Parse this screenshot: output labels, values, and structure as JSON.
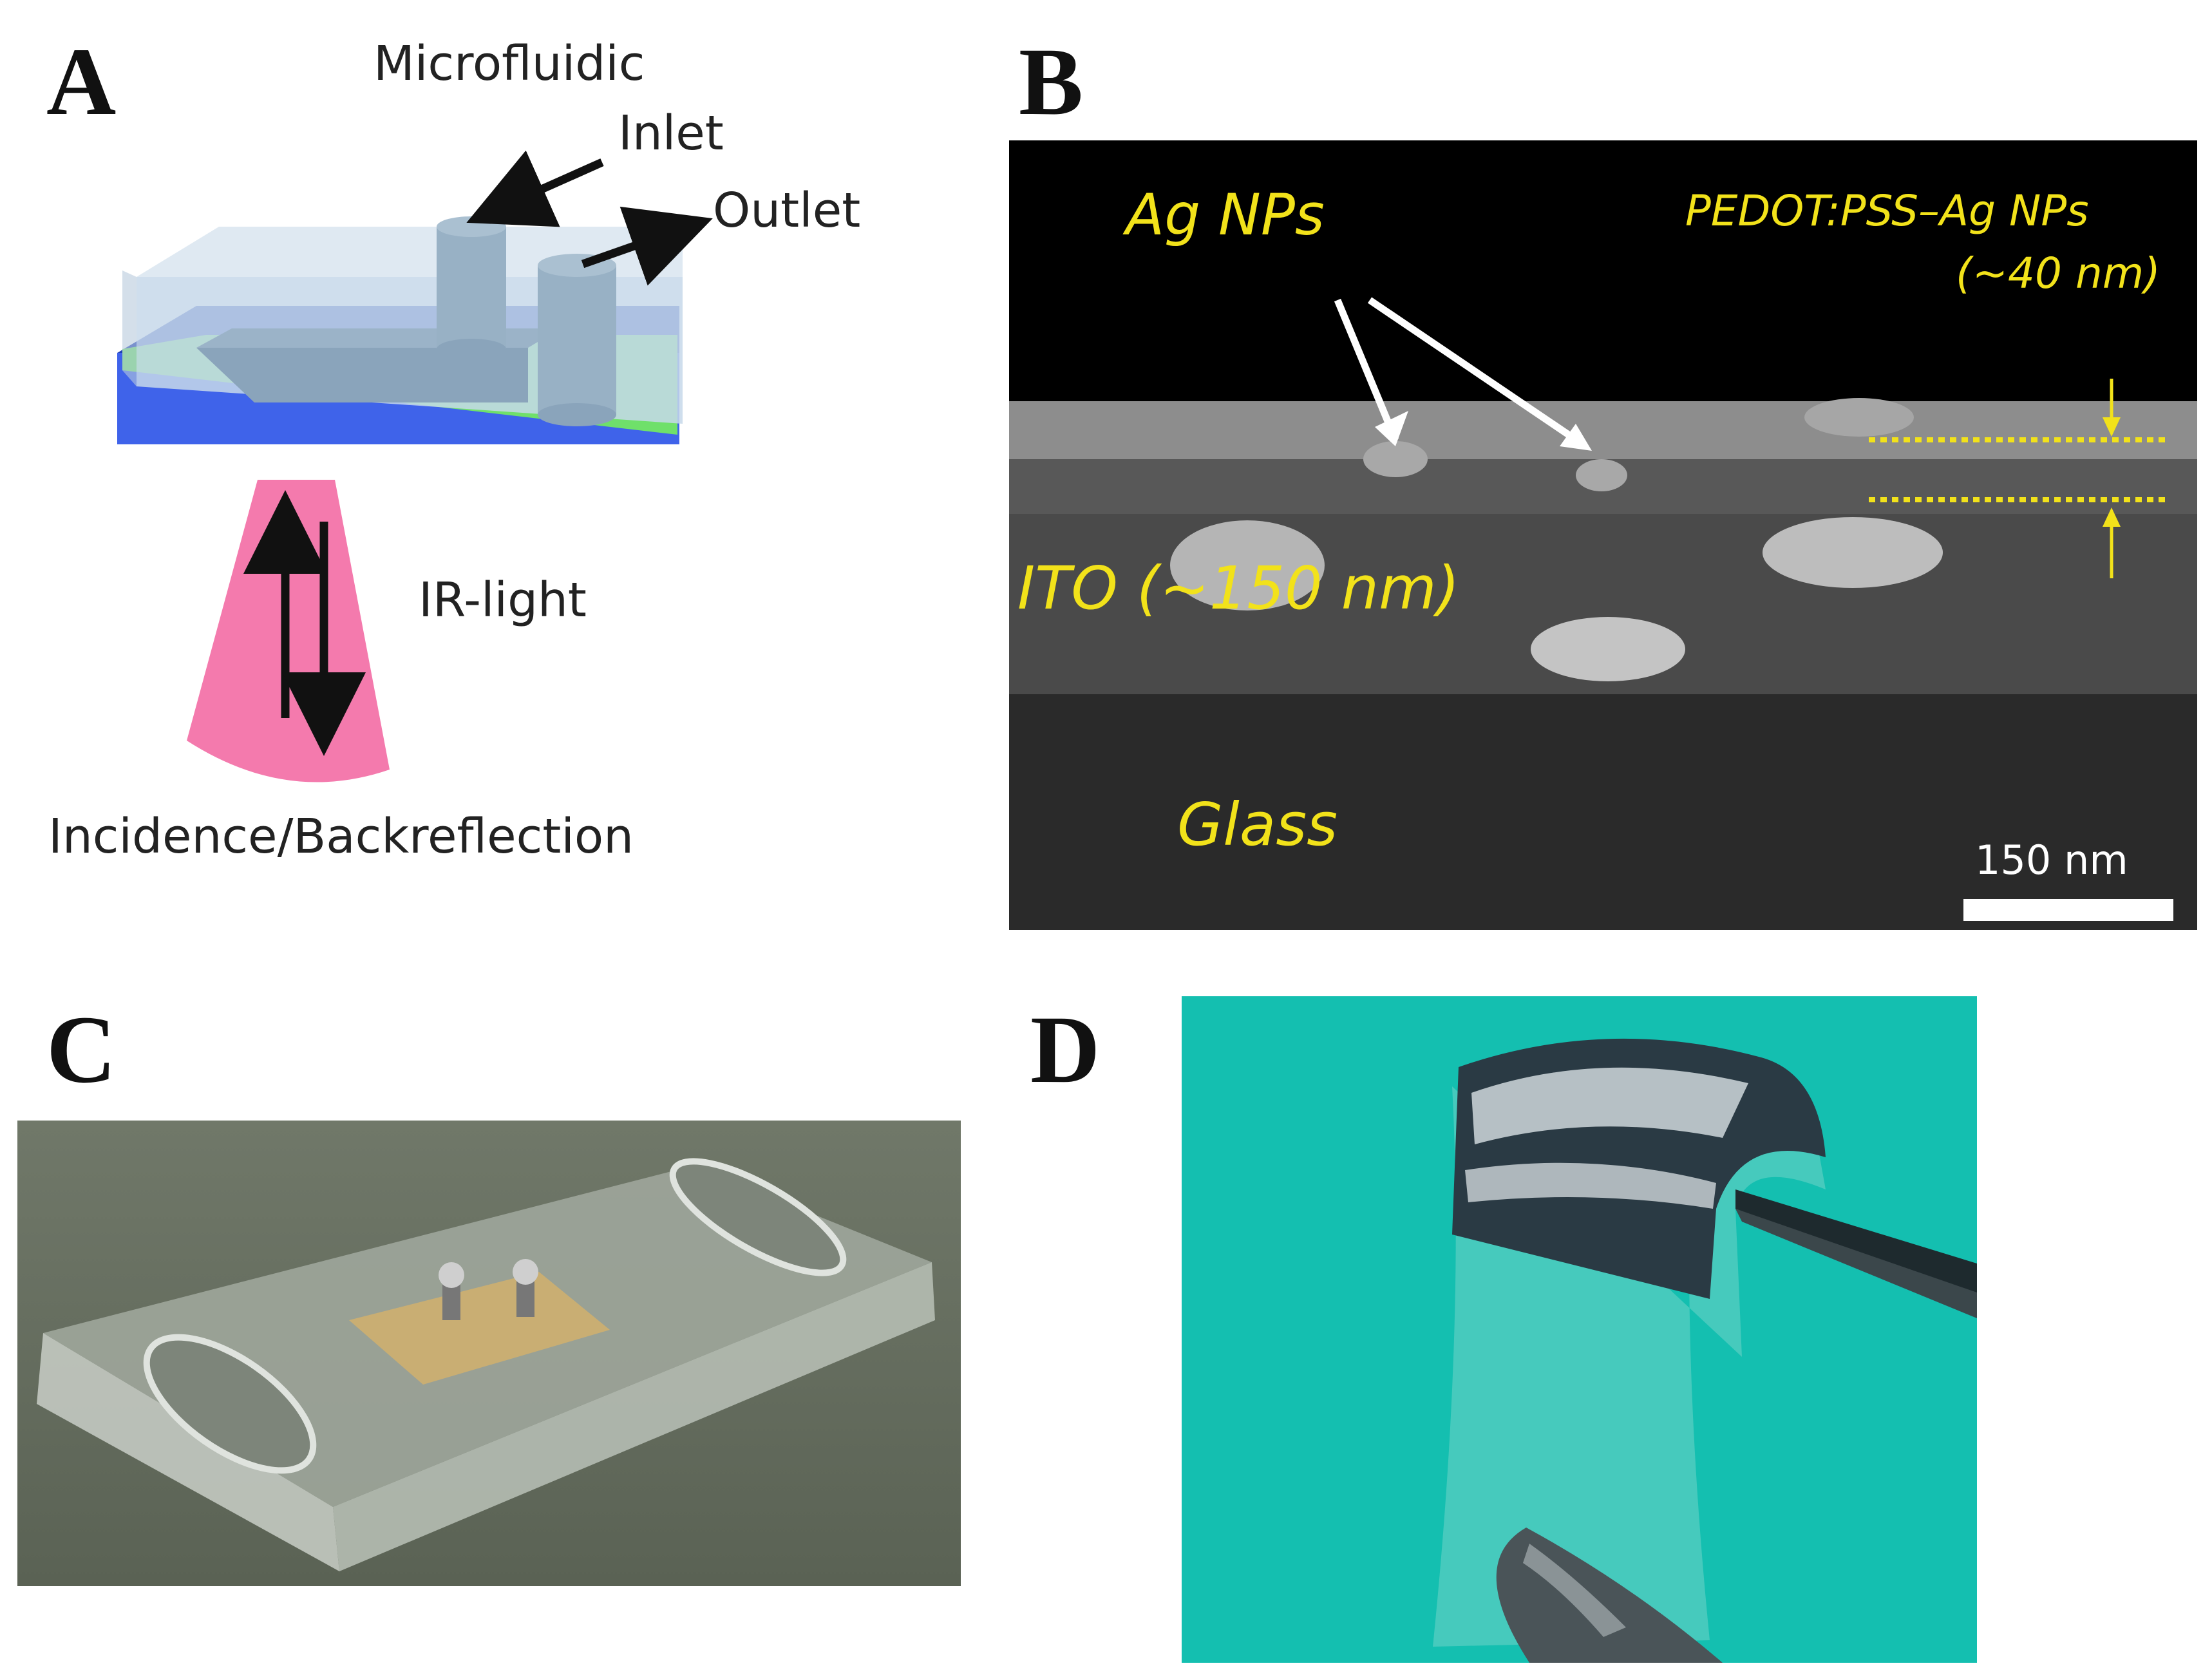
{
  "panels": {
    "a": {
      "letter": "A",
      "labels": {
        "microfluidic": "Microfluidic",
        "inlet": "Inlet",
        "outlet": "Outlet",
        "ir_light": "IR-light",
        "incidence": "Incidence/Backreflection"
      },
      "colors": {
        "substrate": "#4a6cf0",
        "film": "#6fe06a",
        "chip": "#b9d2e6",
        "beam": "#f47aad"
      }
    },
    "b": {
      "letter": "B",
      "labels": {
        "ag_nps": "Ag NPs",
        "pedot_1": "PEDOT:PSS–Ag NPs",
        "pedot_2": "(~40 nm)",
        "ito": "ITO (~150 nm)",
        "glass": "Glass",
        "scale": "150 nm"
      },
      "colors": {
        "label": "#f2e21a"
      }
    },
    "c": {
      "letter": "C"
    },
    "d": {
      "letter": "D"
    }
  }
}
